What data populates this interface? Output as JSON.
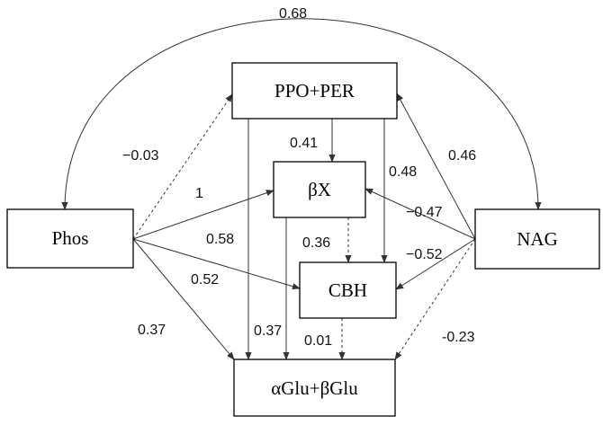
{
  "diagram": {
    "colors": {
      "line": "#333333",
      "text": "#111111"
    },
    "nodes": {
      "ppo": {
        "label": "PPO+PER"
      },
      "bx": {
        "label": "βX"
      },
      "cbh": {
        "label": "CBH"
      },
      "glu": {
        "label": "αGlu+βGlu"
      },
      "phos": {
        "label": "Phos"
      },
      "nag": {
        "label": "NAG"
      }
    },
    "edges": [
      {
        "id": "nag-phos",
        "from": "NAG",
        "to": "Phos",
        "label": "0.68",
        "style": "solid",
        "bidirectional": true
      },
      {
        "id": "phos-ppo",
        "from": "Phos",
        "to": "PPO+PER",
        "label": "−0.03",
        "style": "dashed"
      },
      {
        "id": "phos-bx",
        "from": "Phos",
        "to": "βX",
        "label": "1",
        "style": "solid"
      },
      {
        "id": "phos-cbh",
        "from": "Phos",
        "to": "CBH",
        "label": "0.52",
        "style": "solid"
      },
      {
        "id": "phos-glu",
        "from": "Phos",
        "to": "αGlu+βGlu",
        "label": "0.37",
        "style": "solid"
      },
      {
        "id": "ppo-bx",
        "from": "PPO+PER",
        "to": "βX",
        "label": "0.41",
        "style": "solid"
      },
      {
        "id": "ppo-glu",
        "from": "PPO+PER",
        "to": "αGlu+βGlu",
        "label": "0.58",
        "style": "solid"
      },
      {
        "id": "ppo-cbh",
        "from": "PPO+PER",
        "to": "CBH",
        "label": "0.48",
        "style": "solid"
      },
      {
        "id": "nag-ppo",
        "from": "NAG",
        "to": "PPO+PER",
        "label": "0.46",
        "style": "solid"
      },
      {
        "id": "nag-bx",
        "from": "NAG",
        "to": "βX",
        "label": "−0.47",
        "style": "solid"
      },
      {
        "id": "nag-cbh",
        "from": "NAG",
        "to": "CBH",
        "label": "−0.52",
        "style": "solid"
      },
      {
        "id": "nag-glu",
        "from": "NAG",
        "to": "αGlu+βGlu",
        "label": "-0.23",
        "style": "dashed"
      },
      {
        "id": "bx-cbh",
        "from": "βX",
        "to": "CBH",
        "label": "0.36",
        "style": "dashed"
      },
      {
        "id": "bx-glu",
        "from": "βX",
        "to": "αGlu+βGlu",
        "label": "0.37",
        "style": "solid"
      },
      {
        "id": "cbh-glu",
        "from": "CBH",
        "to": "αGlu+βGlu",
        "label": "0.01",
        "style": "dashed"
      }
    ]
  }
}
